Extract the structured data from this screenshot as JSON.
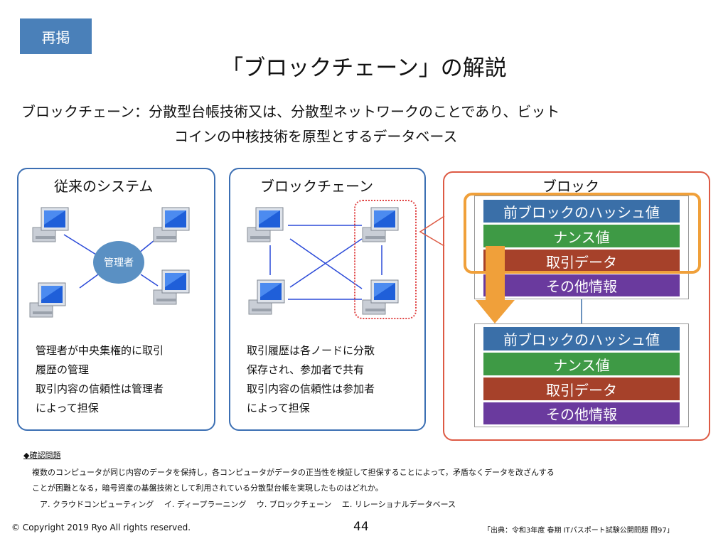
{
  "badge": "再掲",
  "title": "「ブロックチェーン」の解説",
  "definition": {
    "line1": "ブロックチェーン：分散型台帳技術又は、分散型ネットワークのことであり、ビット",
    "line2": "コインの中核技術を原型とするデータベース"
  },
  "traditional": {
    "title": "従来のシステム",
    "admin_label": "管理者",
    "lines": [
      "管理者が中央集権的に取引",
      "履歴の管理",
      "取引内容の信頼性は管理者",
      "によって担保"
    ]
  },
  "blockchain": {
    "title": "ブロックチェーン",
    "lines": [
      "取引履歴は各ノードに分散",
      "保存され、参加者で共有",
      "取引内容の信頼性は参加者",
      "によって担保"
    ]
  },
  "block": {
    "title": "ブロック",
    "rows": [
      "前ブロックのハッシュ値",
      "ナンス値",
      "取引データ",
      "その他情報"
    ]
  },
  "question": {
    "heading": "◆確認問題",
    "line1": "複数のコンピュータが同じ内容のデータを保持し，各コンピュータがデータの正当性を検証して担保することによって，矛盾なくデータを改ざんする",
    "line2": "ことが困難となる，暗号資産の基盤技術として利用されている分散型台帳を実現したものはどれか。",
    "options": "ア. クラウドコンピューティング　 イ. ディープラーニング　 ウ. ブロックチェーン　 エ. リレーショナルデータベース"
  },
  "footer": {
    "copyright": "© Copyright 2019 Ryo All rights reserved.",
    "page": "44",
    "source": "「出典：令和3年度 春期 ITパスポート試験公開問題 問97」"
  },
  "colors": {
    "blue_panel": "#3c6fb3",
    "red_panel": "#dd5a44",
    "highlight": "#f0a03a",
    "row_blue": "#3a6fa8",
    "row_green": "#3e9a45",
    "row_red": "#a6412a",
    "row_purple": "#6a3a9e"
  }
}
